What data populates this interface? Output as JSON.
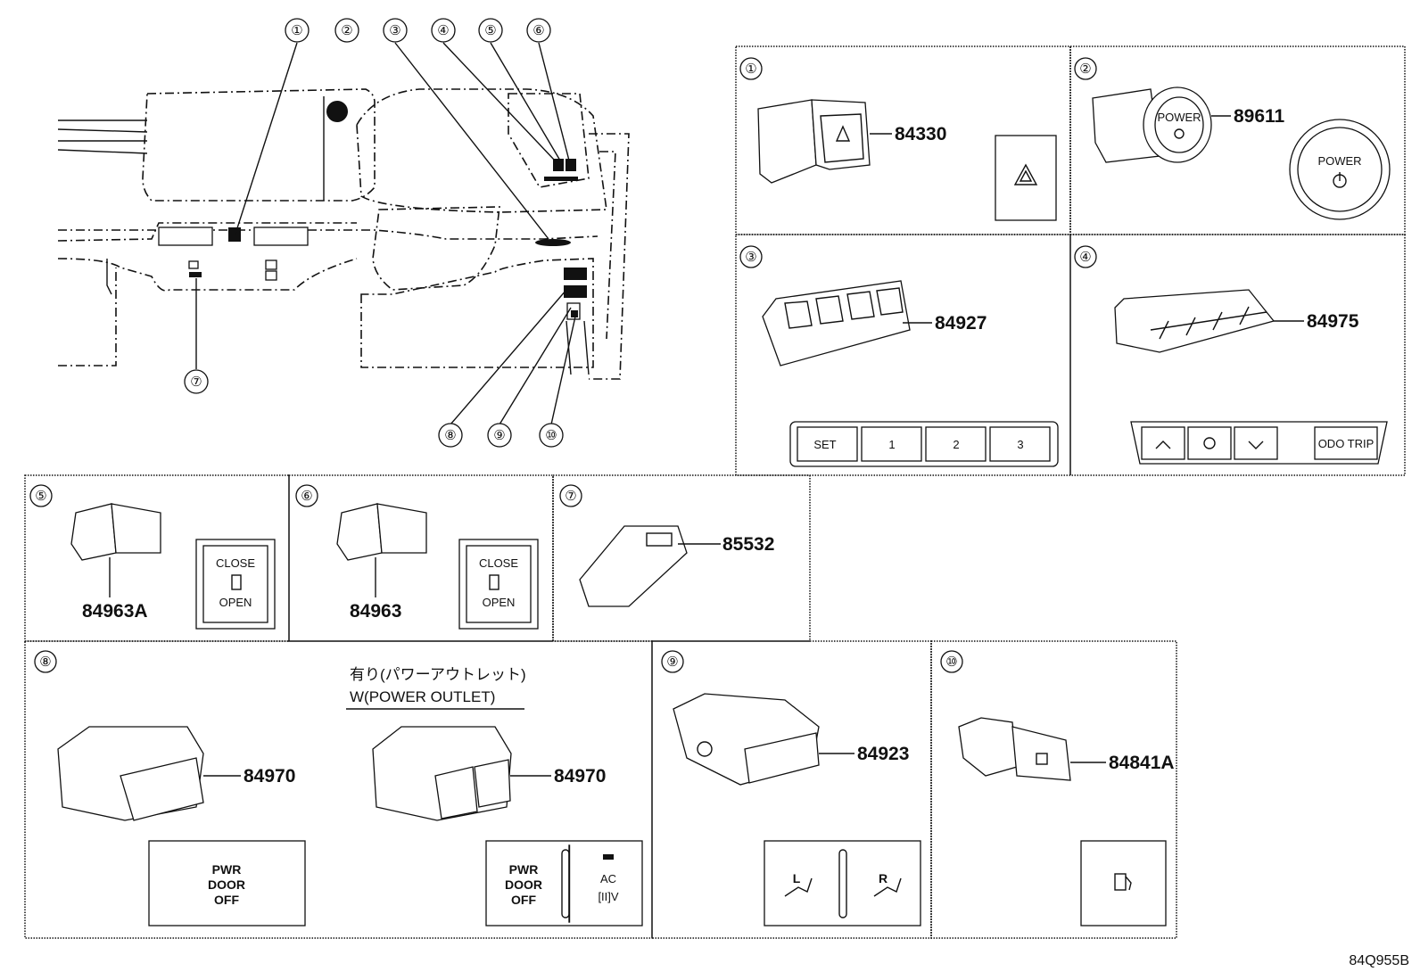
{
  "diagram": {
    "panels": [
      {
        "callout": "①",
        "part_no": "84330"
      },
      {
        "callout": "②",
        "part_no": "89611",
        "label": "POWER"
      },
      {
        "callout": "③",
        "part_no": "84927",
        "buttons": [
          "SET",
          "1",
          "2",
          "3"
        ]
      },
      {
        "callout": "④",
        "part_no": "84975",
        "buttons": [
          "ODO TRIP"
        ]
      },
      {
        "callout": "⑤",
        "part_no": "84963A",
        "labels": [
          "CLOSE",
          "OPEN"
        ]
      },
      {
        "callout": "⑥",
        "part_no": "84963",
        "labels": [
          "CLOSE",
          "OPEN"
        ]
      },
      {
        "callout": "⑦",
        "part_no": "85532"
      },
      {
        "callout": "⑧",
        "part_no_a": "84970",
        "part_no_b": "84970",
        "note_jp": "有り(パワーアウトレット)",
        "note_en": "W(POWER OUTLET)",
        "switch_a": [
          "PWR",
          "DOOR",
          "OFF"
        ],
        "switch_b": [
          "PWR",
          "DOOR",
          "OFF"
        ],
        "ac_label": "AC",
        "ac_sub": "[II]V"
      },
      {
        "callout": "⑨",
        "part_no": "84923",
        "left_label": "L",
        "right_label": "R"
      },
      {
        "callout": "⑩",
        "part_no": "84841A"
      }
    ],
    "overview_callouts": [
      "①",
      "②",
      "③",
      "④",
      "⑤",
      "⑥",
      "⑦",
      "⑧",
      "⑨",
      "⑩"
    ],
    "drawing_code": "84Q955B"
  }
}
